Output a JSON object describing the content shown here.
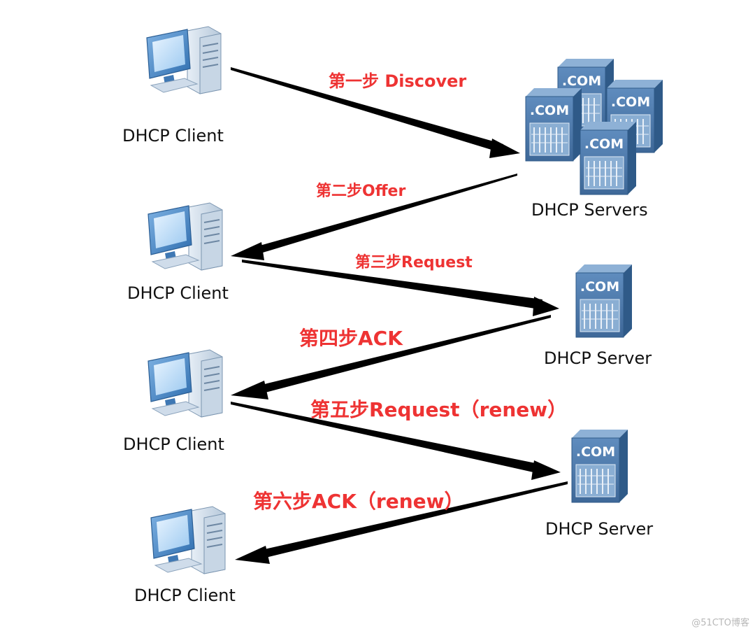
{
  "nodes": {
    "client_1": "DHCP Client",
    "client_2": "DHCP Client",
    "client_3": "DHCP Client",
    "client_4": "DHCP Client",
    "servers": "DHCP Servers",
    "server_1": "DHCP Server",
    "server_2": "DHCP Server"
  },
  "server_badge": ".COM",
  "steps": [
    "第一步 Discover",
    "第二步Offer",
    "第三步Request",
    "第四步ACK",
    "第五步Request（renew）",
    "第六步ACK（renew）"
  ],
  "watermark": "@51CTO博客",
  "colors": {
    "step_text": "#ee3333",
    "server_body": "#4f79ad",
    "computer_body": "#5b9bd5",
    "arrow": "#000000"
  },
  "icons": {
    "client": "desktop-computer-icon",
    "server": "com-server-icon"
  }
}
